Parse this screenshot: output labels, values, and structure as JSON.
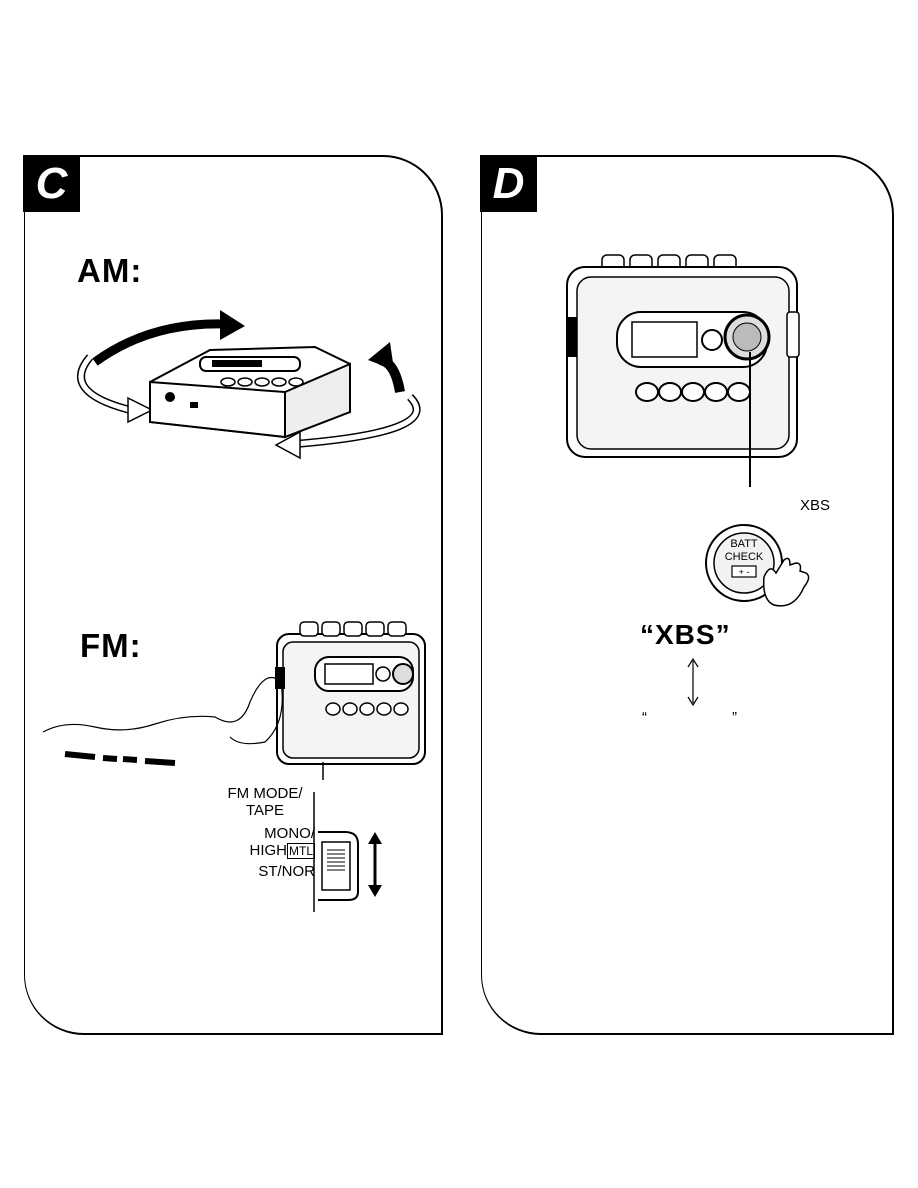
{
  "panel_c": {
    "tag": "C",
    "am_label": "AM:",
    "fm_label": "FM:",
    "switch": {
      "fm_mode_line1": "FM MODE/",
      "fm_mode_line2": "TAPE",
      "mono_line1": "MONO/",
      "mono_line2": "HIGH",
      "mt_mark": "MTL",
      "st_nor": "ST/NOR"
    }
  },
  "panel_d": {
    "tag": "D",
    "xbs_small": "XBS",
    "button": {
      "line1": "BATT",
      "line2": "CHECK",
      "line3": "+ -"
    },
    "xbs_big": "“XBS”",
    "quote_open": "“",
    "quote_close": "”"
  }
}
